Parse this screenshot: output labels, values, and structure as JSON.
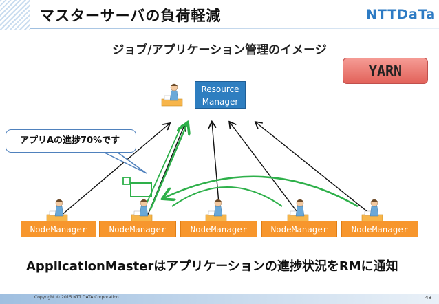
{
  "slide": {
    "title": "マスターサーバの負荷軽減",
    "logo": "NTTDaTa",
    "subtitle": "ジョブ/アプリケーション管理のイメージ",
    "description": "ApplicationMasterはアプリケーションの進捗状況をRMに通知",
    "copyright": "Copyright © 2015 NTT DATA Corporation",
    "page_number": "48"
  },
  "badge": {
    "label": "YARN"
  },
  "resource_manager": {
    "line1": "Resource",
    "line2": "Manager"
  },
  "node_managers": [
    {
      "label": "NodeManager"
    },
    {
      "label": "NodeManager"
    },
    {
      "label": "NodeManager"
    },
    {
      "label": "NodeManager"
    },
    {
      "label": "NodeManager"
    }
  ],
  "callout": {
    "text": "アプリAの進捗70%です"
  },
  "colors": {
    "rm_blue": "#2e7ec0",
    "nm_orange": "#f7962d",
    "yarn_red": "#e2625a",
    "arrow_green": "#2eb04a",
    "brand_blue": "#2d7bc4"
  },
  "icons": [
    "person-at-desk-icon"
  ]
}
